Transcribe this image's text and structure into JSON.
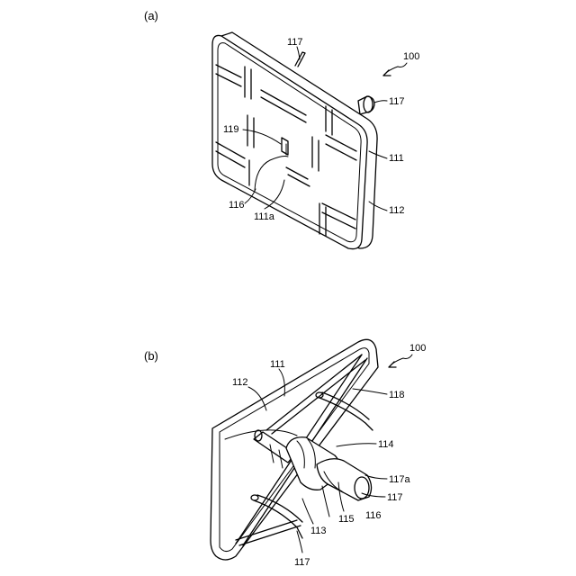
{
  "panel_a": {
    "caption": "(a)",
    "ref_100": "100",
    "ref_117_top": "117",
    "ref_117_right": "117",
    "ref_119": "119",
    "ref_111": "111",
    "ref_116": "116",
    "ref_111a": "111a",
    "ref_112": "112"
  },
  "panel_b": {
    "caption": "(b)",
    "ref_100": "100",
    "ref_111": "111",
    "ref_112": "112",
    "ref_118": "118",
    "ref_114": "114",
    "ref_117a": "117a",
    "ref_117_right": "117",
    "ref_116": "116",
    "ref_115": "115",
    "ref_113": "113",
    "ref_117_bottom": "117"
  }
}
